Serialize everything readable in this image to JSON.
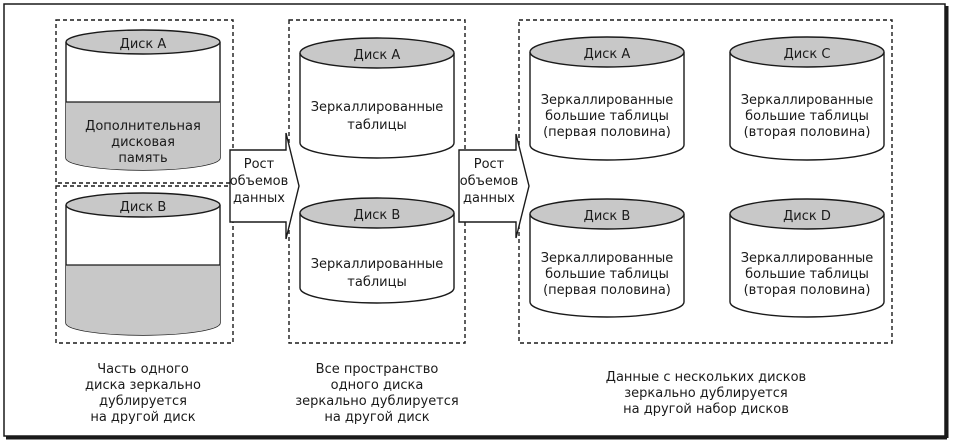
{
  "colors": {
    "stroke": "#1a1a1a",
    "fill_gray": "#c8c8c8",
    "fill_white": "#ffffff"
  },
  "disks": {
    "d1a": {
      "label": "Диск A",
      "fill_lines": [
        "Дополнительная",
        "дисковая",
        "память"
      ]
    },
    "d1b": {
      "label": "Диск B"
    },
    "d2a": {
      "label": "Диск A",
      "lines": [
        "Зеркаллированные",
        "таблицы"
      ]
    },
    "d2b": {
      "label": "Диск B",
      "lines": [
        "Зеркаллированные",
        "таблицы"
      ]
    },
    "d3a": {
      "label": "Диск A",
      "lines": [
        "Зеркаллированные",
        "большие таблицы",
        "(первая половина)"
      ]
    },
    "d3c": {
      "label": "Диск C",
      "lines": [
        "Зеркаллированные",
        "большие таблицы",
        "(вторая половина)"
      ]
    },
    "d3b": {
      "label": "Диск B",
      "lines": [
        "Зеркаллированные",
        "большие таблицы",
        "(первая половина)"
      ]
    },
    "d3d": {
      "label": "Диск D",
      "lines": [
        "Зеркаллированные",
        "большие таблицы",
        "(вторая половина)"
      ]
    }
  },
  "arrows": {
    "a1": [
      "Рост",
      "объемов",
      "данных"
    ],
    "a2": [
      "Рост",
      "объемов",
      "данных"
    ]
  },
  "captions": {
    "c1": [
      "Часть одного",
      "диска зеркально",
      "дублируется",
      "на другой диск"
    ],
    "c2": [
      "Все пространство",
      "одного диска",
      "зеркально дублируется",
      "на другой диск"
    ],
    "c3": [
      "Данные с нескольких дисков",
      "зеркально дублируется",
      "на другой набор дисков"
    ]
  }
}
